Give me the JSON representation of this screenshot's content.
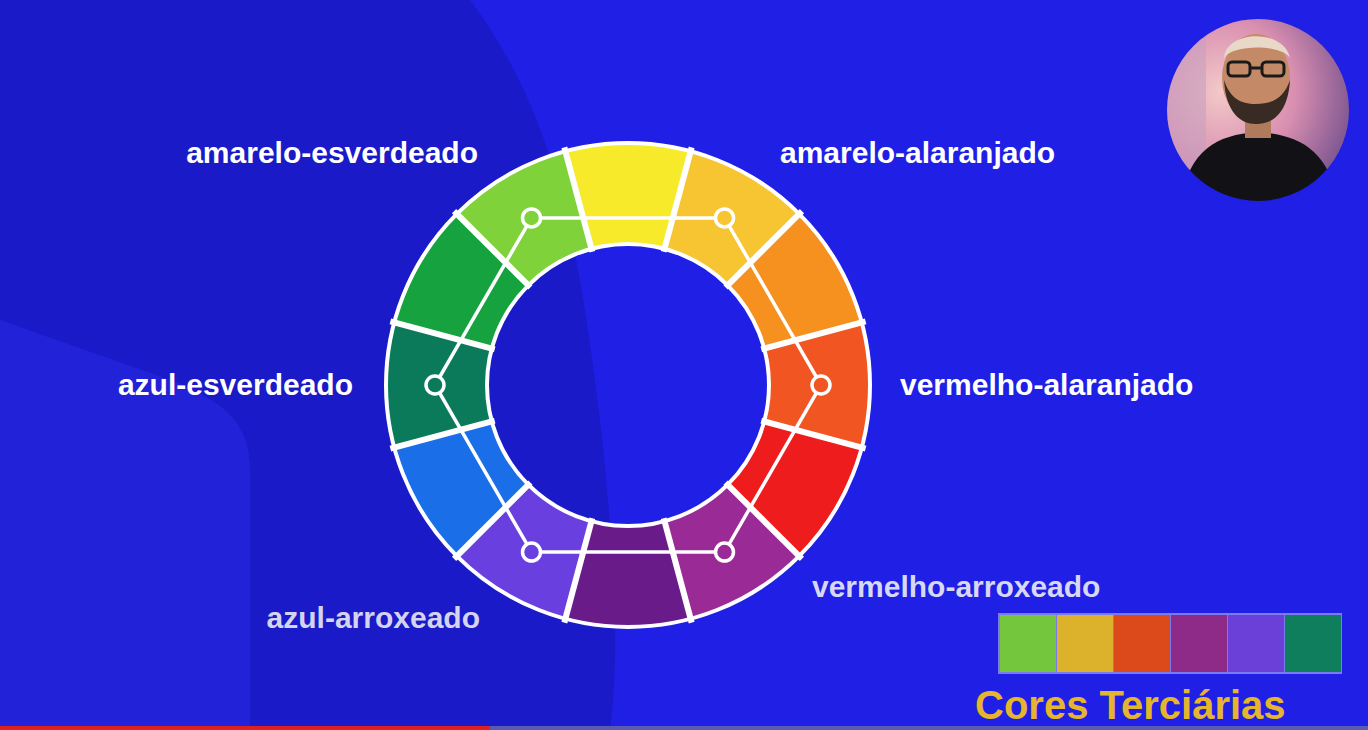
{
  "diagram": {
    "title": "Cores Terciárias",
    "labels": [
      "amarelo-esverdeado",
      "amarelo-alaranjado",
      "azul-esverdeado",
      "vermelho-alaranjado",
      "azul-arroxeado",
      "vermelho-arroxeado"
    ]
  }
}
